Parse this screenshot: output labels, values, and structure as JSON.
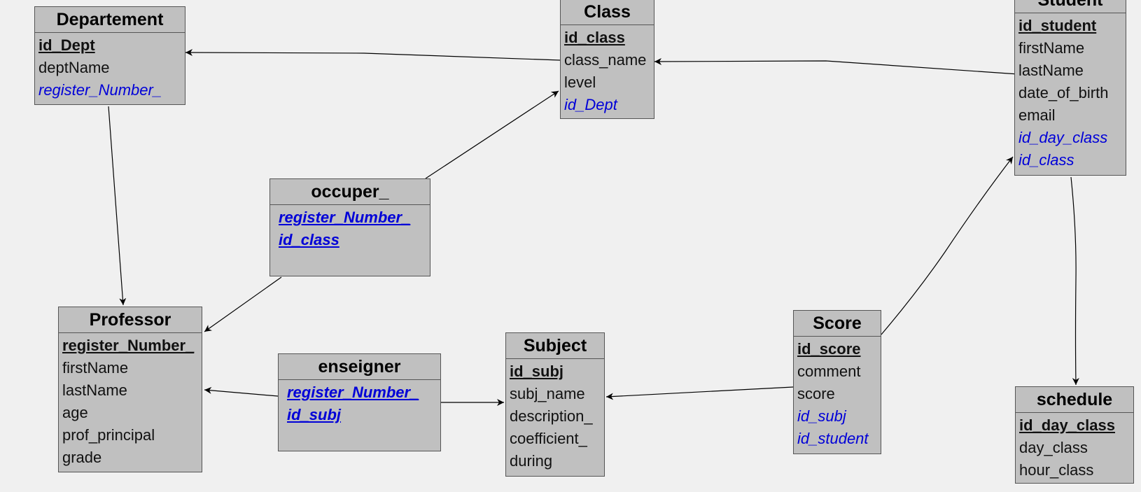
{
  "entities": {
    "departement": {
      "title": "Departement",
      "fields": [
        "id_Dept",
        "deptName",
        "register_Number_"
      ]
    },
    "class": {
      "title": "Class",
      "fields": [
        "id_class",
        "class_name",
        "level",
        "id_Dept"
      ]
    },
    "student": {
      "title": "Student",
      "fields": [
        "id_student",
        "firstName",
        "lastName",
        "date_of_birth",
        "email",
        "id_day_class",
        "id_class"
      ]
    },
    "occuper": {
      "title": "occuper_",
      "fields": [
        "register_Number_",
        "id_class"
      ]
    },
    "professor": {
      "title": "Professor",
      "fields": [
        "register_Number_",
        "firstName",
        "lastName",
        "age",
        "prof_principal",
        "grade"
      ]
    },
    "enseigner": {
      "title": "enseigner",
      "fields": [
        "register_Number_",
        "id_subj"
      ]
    },
    "subject": {
      "title": "Subject",
      "fields": [
        "id_subj",
        "subj_name",
        "description_",
        "coefficient_",
        "during"
      ]
    },
    "score": {
      "title": "Score",
      "fields": [
        "id_score",
        "comment",
        "score",
        "id_subj",
        "id_student"
      ]
    },
    "schedule": {
      "title": "schedule",
      "fields": [
        "id_day_class",
        "day_class",
        "hour_class"
      ]
    }
  }
}
